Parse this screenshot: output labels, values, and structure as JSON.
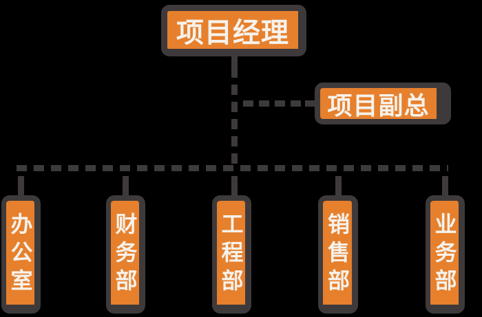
{
  "org_chart": {
    "colors": {
      "background": "#000000",
      "box_fill": "#E6802D",
      "box_border": "#3E3A3B",
      "connector": "#3E3A3B",
      "label_text": "#F6F2EC"
    },
    "root": {
      "label": "项目经理"
    },
    "deputy": {
      "label": "项目副总"
    },
    "departments": [
      {
        "label": "办公室"
      },
      {
        "label": "财务部"
      },
      {
        "label": "工程部"
      },
      {
        "label": "销售部"
      },
      {
        "label": "业务部"
      }
    ]
  }
}
